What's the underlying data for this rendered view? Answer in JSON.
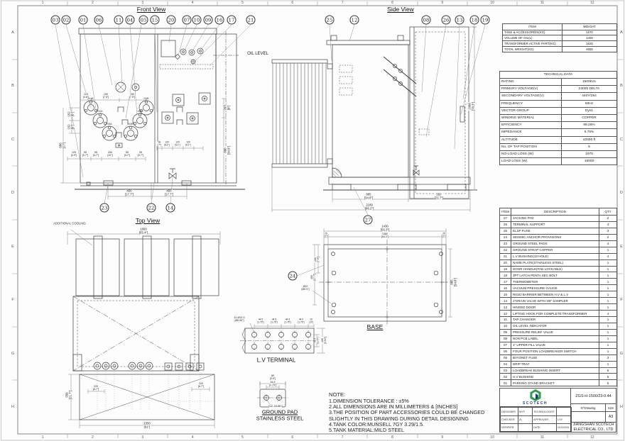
{
  "sheet": {
    "grid_cols": [
      "1",
      "2",
      "3",
      "4",
      "5",
      "6",
      "7",
      "8",
      "9",
      "10",
      "11",
      "12"
    ],
    "grid_rows": [
      "A",
      "B",
      "C",
      "D",
      "E",
      "F",
      "G",
      "H"
    ]
  },
  "titles": {
    "front": "Front View",
    "side": "Side View",
    "top": "Top View",
    "base": "BASE",
    "lv_terminal": "L.V TERMINAL",
    "ground_pad_line1": "GROUND PAD",
    "ground_pad_line2": "STAINLESS STEEL",
    "oil_level": "OIL LEVEL",
    "additional_cooling": "ADDITIONAL COOLING"
  },
  "balloons": {
    "front_top": [
      "03",
      "02",
      "01",
      "06",
      "11",
      "04",
      "05",
      "15",
      "20",
      "07",
      "10",
      "09",
      "16",
      "17",
      "21"
    ],
    "front_bottom": [
      "23",
      "22",
      "14"
    ],
    "side_top": [
      "25",
      "12",
      "08",
      "26",
      "13",
      "18",
      "19"
    ],
    "side_bottom": [
      "27"
    ],
    "base": [
      "24"
    ]
  },
  "hv_labels": [
    "H1A",
    "H2A",
    "H3A",
    "H1B",
    "H2B",
    "H3B"
  ],
  "dims": {
    "front": {
      "top": [
        "123\n[4.8\"]",
        "190\n[7.5\"]",
        "190\n[7.5\"]"
      ],
      "left": [
        "152\n[6\"]",
        "152\n[6\"]",
        "686\n[27\"]"
      ],
      "right": [
        "203\n[8\"]",
        "880\n[34.6\"]"
      ],
      "inner_bottom": [
        "125\n[4.9\"]",
        "95\n[3.7\"]",
        "95\n[3.7\"]",
        "254\n[10\"]",
        "95\n[3.7\"]",
        "95\n[3.7\"]"
      ],
      "lv_spacing": [
        "18\n[.7\"]",
        "129\n[5.1\"]",
        "129\n[5.1\"]",
        "129\n[5.1\"]"
      ],
      "bottom": [
        "450\n[17.7\"]",
        "450\n[17.7\"]"
      ]
    },
    "side": {
      "w1": "885\n[34.8\"]",
      "w2": "550\n[21.7\"]",
      "total": "2189\n[86.2\"]",
      "height": "1988\n[78.3\"]"
    },
    "top": {
      "width": "1660\n[65.4\"]",
      "cab_depth": "550\n[21.7\"]",
      "off1": "220\n[8.7\"]",
      "off2": "220\n[8.7\"]",
      "bottom": "1550\n[61\"]"
    },
    "base": {
      "w1": "1430\n[56.3\"]",
      "w2": "1380\n[54.3\"]",
      "m1": "25\n[1\"]",
      "m2": "25\n[1\"]",
      "v1": "200\n[7.9\"]",
      "v2": "450\n[17.7\"]",
      "hole": "Ø22\n[Ø0.9\"]",
      "h": "885\n[34.8\"]"
    },
    "lv": {
      "holes": "10-Ø14.3\n[Ø0.55\"]",
      "p": [
        "44.5\n[1.75\"]",
        "44.5\n[1.75\"]",
        "44.5\n[1.75\"]",
        "44.5\n[1.75\"]",
        "20\n[.8\"]"
      ],
      "row": "44.5\n[1.75\"]",
      "h": "100\n[3.94\"]"
    },
    "ground": {
      "w": "89\n[3.5\"]",
      "c": "44.5\n[1.75\"]",
      "thread": "(1/2-13UNC)"
    }
  },
  "notes": {
    "heading": "NOTE:",
    "lines": [
      "1.DIMENSION TOLERANCE : ±5%",
      "2.ALL DIMENSIONS ARE IN MILLIMETERS & [INCHES]",
      "3.THE POSITION OF PART ACCESSORIES COULD BE CHANGED",
      "SLIGHTLY IN THIS DRAWING DURING DETAIL DESIGNING",
      "4.TANK COLOR:MUNSELL 7GY 3.29/1.5.",
      "5.TANK MATERIAL:MILD STEEL"
    ]
  },
  "weight_table": {
    "headers": [
      "ITEM",
      "WEIGHT"
    ],
    "rows": [
      {
        "item": "TANK & ACCESSORIES(KG)",
        "weight": "1570"
      },
      {
        "item": "VOLUME OF OIL(L)",
        "weight": "1400"
      },
      {
        "item": "TRANSFORMER ACTIVE PART(KG)",
        "weight": "1625"
      },
      {
        "item": "TOTAL WEIGHT(KG)",
        "weight": "4655"
      }
    ]
  },
  "technical_data": {
    "title": "TECHNICAL DATA",
    "rows": [
      {
        "label": "RATING",
        "value": "1500kVA"
      },
      {
        "label": "PRIMARY VOLTAGE(V)",
        "value": "23000 DELTA"
      },
      {
        "label": "SECONDARY VOLTAGE(V)",
        "value": "440Y/254"
      },
      {
        "label": "FREQUENCY",
        "value": "60Hz"
      },
      {
        "label": "VECTOR  GROUP",
        "value": "Dyn1"
      },
      {
        "label": "WINDING MATERIAL",
        "value": "COPPER"
      },
      {
        "label": "EFFICIENCY",
        "value": "99.26%"
      },
      {
        "label": "IMPEDANCE",
        "value": "5.75%"
      },
      {
        "label": "ALTITUDE",
        "value": "≤3300 ft"
      },
      {
        "label": "No. OF TAP POSITION",
        "value": "5"
      },
      {
        "label": "NO-LOAD LOSS (W)",
        "value": "1970"
      },
      {
        "label": "LOAD LOSS (W)",
        "value": "16000"
      }
    ]
  },
  "parts_table": {
    "headers": [
      "ITEM",
      "DESCRIPTION",
      "QTY"
    ],
    "rows": [
      {
        "no": "27",
        "desc": "JACKING PAD",
        "qty": "2"
      },
      {
        "no": "26",
        "desc": "TERMINAL SUPPORT",
        "qty": "4"
      },
      {
        "no": "25",
        "desc": "ELSP FUSE",
        "qty": "3"
      },
      {
        "no": "24",
        "desc": "SEISMIC ANCHOR PROVISIONS",
        "qty": "2"
      },
      {
        "no": "23",
        "desc": "GROUND STEEL PADS",
        "qty": "4"
      },
      {
        "no": "22",
        "desc": "GROUND STRAP COPPER",
        "qty": "1"
      },
      {
        "no": "21",
        "desc": "L.V BUSHING(10 HOLE)",
        "qty": "4"
      },
      {
        "no": "20",
        "desc": "NAME PLATE(STAINLESS STEEL)",
        "qty": "1"
      },
      {
        "no": "19",
        "desc": "DOOR HANDLE(PAD LOCKABLE)",
        "qty": "1"
      },
      {
        "no": "18",
        "desc": "3PT LATCH PENTA SEC BOLT",
        "qty": "1"
      },
      {
        "no": "17",
        "desc": "THERMOMETER",
        "qty": "1"
      },
      {
        "no": "16",
        "desc": "VACUUM PRESSURE GAUGE",
        "qty": "1"
      },
      {
        "no": "15",
        "desc": "RIGID BARRIER BETWEEN H.V & L.V",
        "qty": "1"
      },
      {
        "no": "14",
        "desc": "1\"DRAIN VALVE WITH 3/8\" SAMPLER",
        "qty": "1"
      },
      {
        "no": "13",
        "desc": "HINGED DOOR",
        "qty": "1"
      },
      {
        "no": "12",
        "desc": "LIFTING HOOK FOR COMPLETE TRANSFORMER",
        "qty": "4"
      },
      {
        "no": "11",
        "desc": "TAP CHANGER",
        "qty": "1"
      },
      {
        "no": "10",
        "desc": "OIL LEVEL INDICATOR",
        "qty": "1"
      },
      {
        "no": "09",
        "desc": "PRESSURE RELIEF VALVE",
        "qty": "1"
      },
      {
        "no": "08",
        "desc": "NON PCB LABEL",
        "qty": "1"
      },
      {
        "no": "07",
        "desc": "1\" UPPER FILL VALVE",
        "qty": "1"
      },
      {
        "no": "06",
        "desc": "FOUR POSITION LOADBREAKER SWITCH",
        "qty": "1"
      },
      {
        "no": "05",
        "desc": "BAYONET FUSE",
        "qty": "3"
      },
      {
        "no": "04",
        "desc": "DRIP TRAY",
        "qty": "1"
      },
      {
        "no": "03",
        "desc": "LOADBREAK BUSHING INSERT",
        "qty": "6"
      },
      {
        "no": "02",
        "desc": "H.V BUSHING",
        "qty": "6"
      },
      {
        "no": "01",
        "desc": "PARKING STAND BRACKET",
        "qty": "6"
      }
    ]
  },
  "title_block": {
    "logo_text": "SCOTECH",
    "drawing_no": "ZGS-H-1500/23-0.44",
    "n_drawing_label": "N°Drawing",
    "size_label": "Size",
    "size_value": "A3",
    "company_line1": "JIANGSHAN SCOTECH",
    "company_line2": "ELECTRICAL CO., LTD",
    "cells": {
      "designer_label": "DESIGNER",
      "designer": "MYF",
      "technologist_label": "TECHNOLOGIST",
      "technologist": "",
      "checker_label": "CHECKER",
      "checker": "ZL",
      "approver_label": "APPROVER",
      "approver": "LSY",
      "verifier_label": "VERIFIER",
      "verifier": "",
      "date_label": "DATE",
      "date": "11/24/2024"
    }
  },
  "colors": {
    "logo_green": "#2f9e49",
    "logo_navy": "#1d3f77",
    "line": "#4a4a4a"
  }
}
